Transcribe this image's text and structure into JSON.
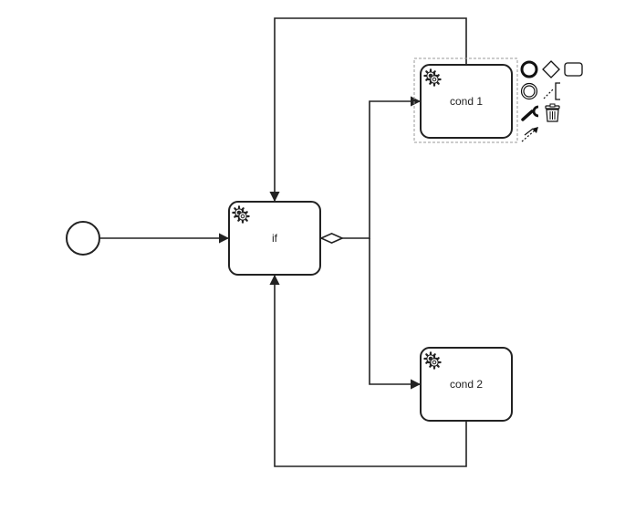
{
  "diagram": {
    "start_event": {
      "icon": "circle"
    },
    "tasks": [
      {
        "id": "task_if",
        "label": "if",
        "type": "service-task",
        "icon": "gear-icon"
      },
      {
        "id": "task_cond1",
        "label": "cond 1",
        "type": "service-task",
        "icon": "gear-icon",
        "selected": true
      },
      {
        "id": "task_cond2",
        "label": "cond 2",
        "type": "service-task",
        "icon": "gear-icon"
      }
    ],
    "context_pad": {
      "entries": [
        "append-end-event-icon",
        "append-gateway-icon",
        "append-task-icon",
        "append-intermediate-event-icon",
        "append-text-annotation-icon",
        "change-type-wrench-icon",
        "delete-trash-icon",
        "connect-arrow-icon"
      ]
    },
    "colors": {
      "stroke": "#222222",
      "fill": "#ffffff",
      "selection": "#999999"
    }
  }
}
